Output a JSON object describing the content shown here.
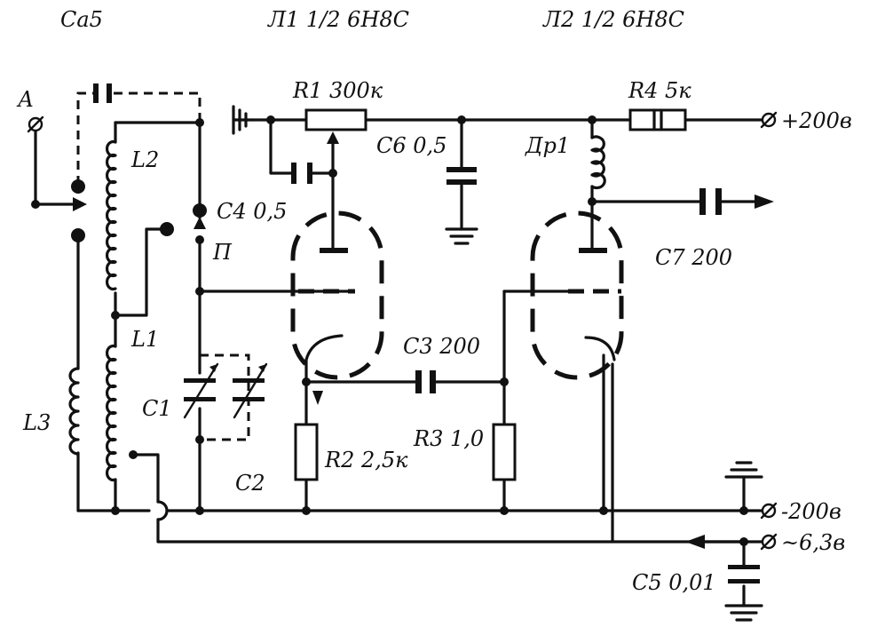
{
  "labels": {
    "ca5": "Сa5",
    "tube1": "Л1 1/2 6Н8С",
    "tube2": "Л2 1/2 6Н8С",
    "antenna": "А",
    "l2": "L2",
    "l1": "L1",
    "l3": "L3",
    "r1": "R1 300к",
    "r4": "R4 5к",
    "plus200": "+200в",
    "c6": "С6 0,5",
    "dr1": "Др1",
    "c4": "С4 0,5",
    "p": "П",
    "c7": "С7 200",
    "c3": "С3 200",
    "c1": "С1",
    "c2": "С2",
    "r2": "R2 2,5к",
    "r3": "R3 1,0",
    "minus200": "-200в",
    "ac63": "~6,3в",
    "c5": "С5 0,01"
  }
}
